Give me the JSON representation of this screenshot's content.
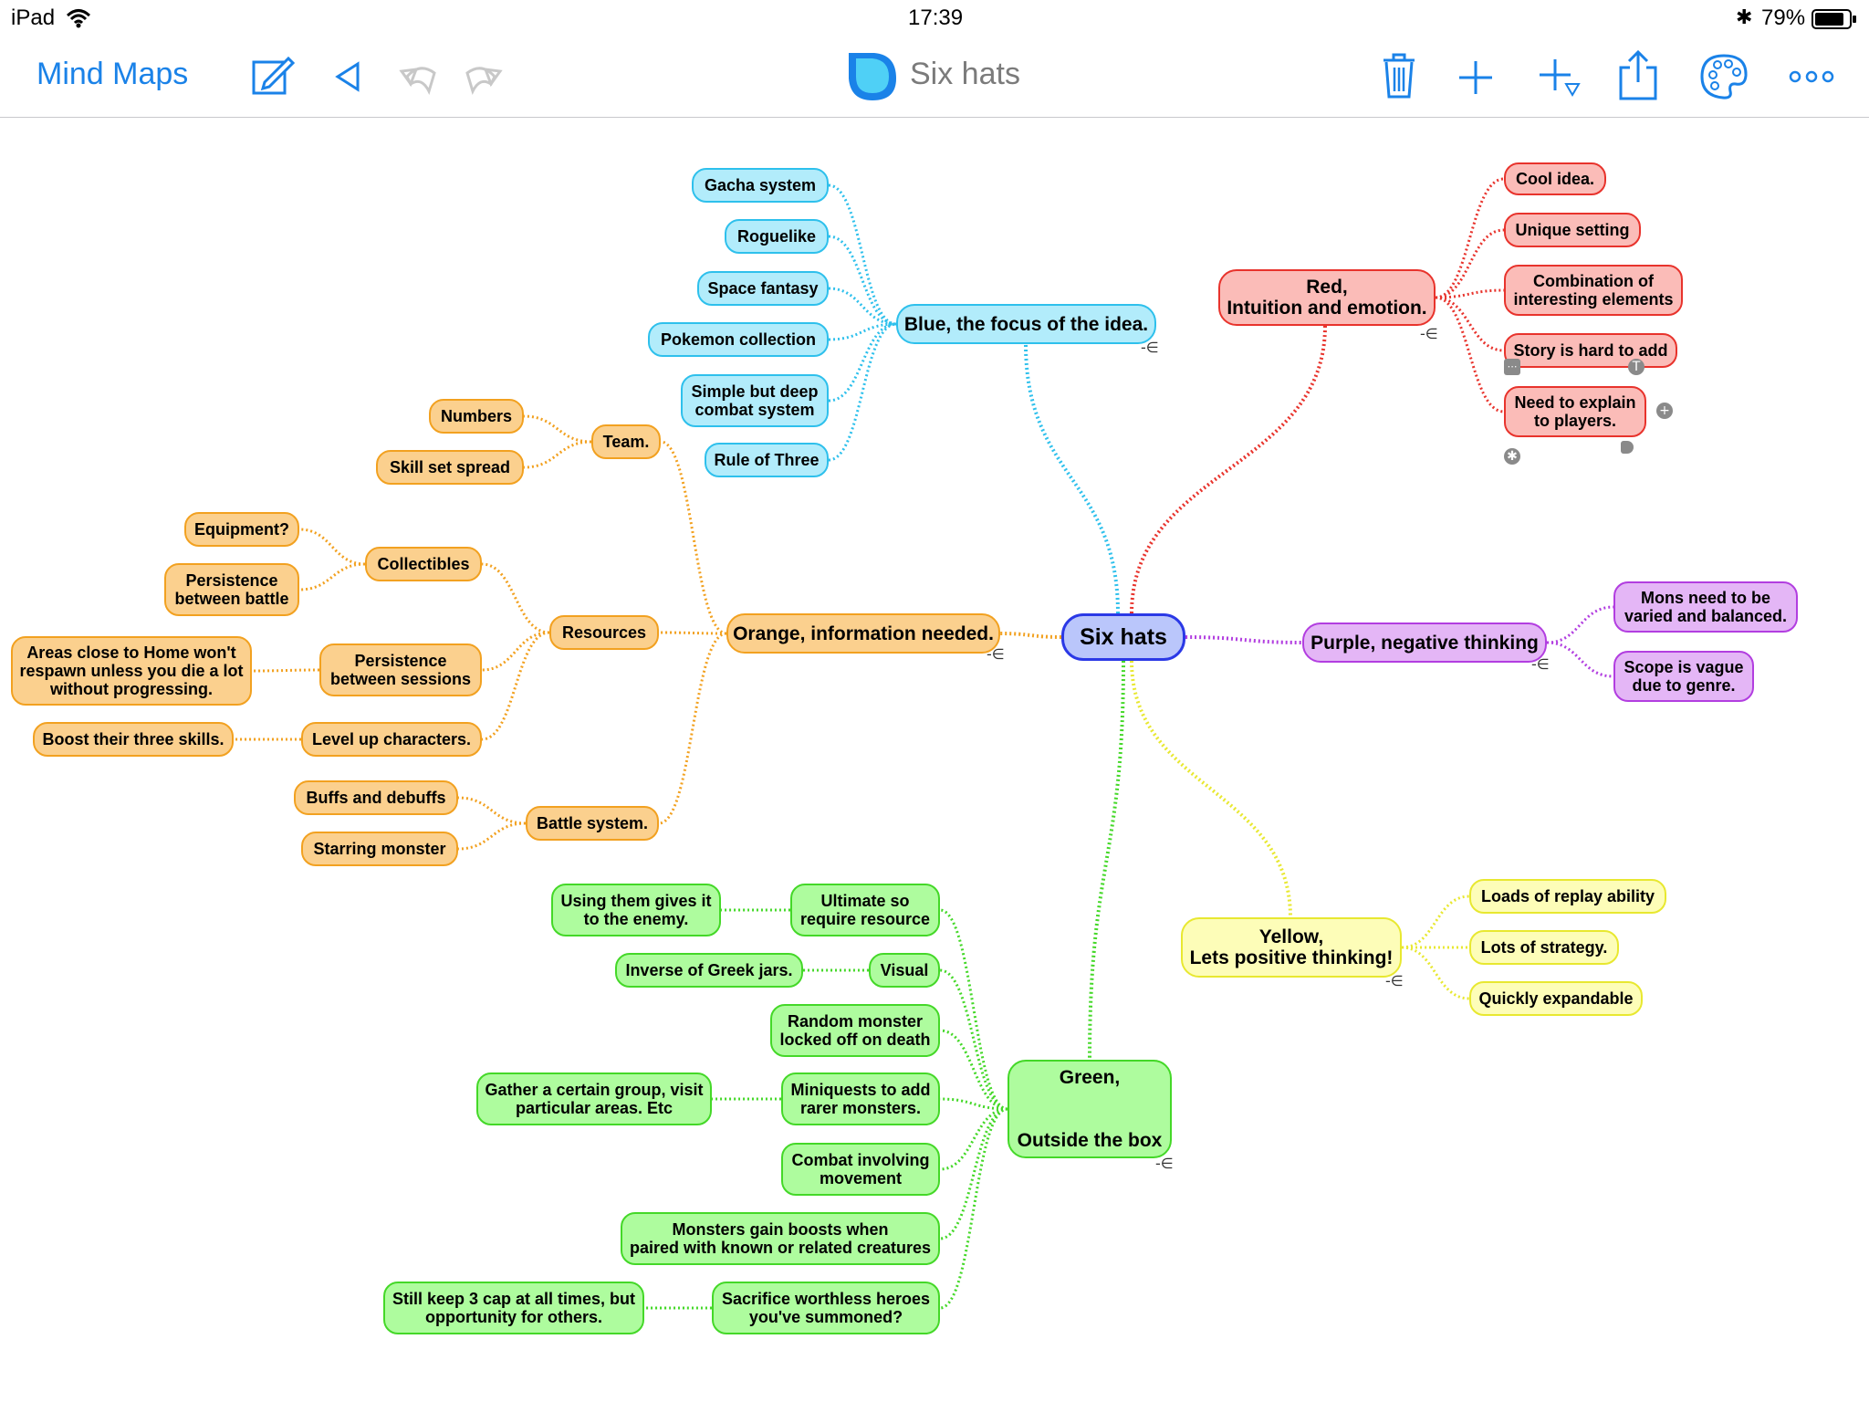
{
  "status_bar": {
    "device": "iPad",
    "time": "17:39",
    "battery": "79%"
  },
  "toolbar": {
    "back_label": "Mind Maps",
    "title": "Six hats",
    "icons": [
      "edit-icon",
      "back-triangle-icon",
      "undo-icon",
      "redo-icon",
      "trash-icon",
      "add-icon",
      "add-child-icon",
      "share-icon",
      "palette-icon",
      "more-icon"
    ]
  },
  "colors": {
    "accent": "#1a82e8",
    "blue": "#2ec0ec",
    "red": "#e8332c",
    "orange": "#f2a120",
    "purple": "#b23ee0",
    "yellow": "#e8e830",
    "green": "#44d828",
    "root": "#2b39e6"
  },
  "map": {
    "root": "Six hats",
    "branches": [
      {
        "id": "blue",
        "label": "Blue, the focus of the idea.",
        "children": [
          "Gacha system",
          "Roguelike",
          "Space fantasy",
          "Pokemon collection",
          "Simple but deep\ncombat system",
          "Rule of Three"
        ]
      },
      {
        "id": "red",
        "label": "Red,\nIntuition and emotion.",
        "children": [
          "Cool idea.",
          "Unique setting",
          "Combination of\ninteresting elements",
          "Story is hard to add",
          "Need to explain\nto players."
        ]
      },
      {
        "id": "orange",
        "label": "Orange, information needed.",
        "children": [
          {
            "label": "Team.",
            "children": [
              "Numbers",
              "Skill set spread"
            ]
          },
          {
            "label": "Resources",
            "children": [
              {
                "label": "Collectibles",
                "children": [
                  "Equipment?",
                  "Persistence\nbetween battle"
                ]
              },
              {
                "label": "Persistence\nbetween sessions",
                "children": [
                  "Areas close to Home won't\nrespawn unless you die a lot\nwithout progressing."
                ]
              },
              {
                "label": "Level up characters.",
                "children": [
                  "Boost their three skills."
                ]
              }
            ]
          },
          {
            "label": "Battle system.",
            "children": [
              "Buffs and debuffs",
              "Starring monster"
            ]
          }
        ]
      },
      {
        "id": "purple",
        "label": "Purple, negative thinking",
        "children": [
          "Mons need to be\nvaried and balanced.",
          "Scope is vague\ndue to genre."
        ]
      },
      {
        "id": "yellow",
        "label": "Yellow,\nLets positive thinking!",
        "children": [
          "Loads of replay ability",
          "Lots of strategy.",
          "Quickly expandable"
        ]
      },
      {
        "id": "green",
        "label": "Green,\n\n\nOutside the box",
        "children": [
          {
            "label": "Ultimate so\nrequire resource",
            "children": [
              "Using them gives it\nto the enemy."
            ]
          },
          {
            "label": "Visual",
            "children": [
              "Inverse of Greek jars."
            ]
          },
          {
            "label": "Random monster\nlocked off on death",
            "children": []
          },
          {
            "label": "Miniquests to add\nrarer monsters.",
            "children": [
              "Gather a certain group, visit\nparticular areas. Etc"
            ]
          },
          {
            "label": "Combat involving\nmovement",
            "children": []
          },
          {
            "label": "Monsters gain boosts when\npaired with known or related creatures",
            "children": []
          },
          {
            "label": "Sacrifice worthless heroes\nyou've summoned?",
            "children": [
              "Still keep 3 cap at all times, but\nopportunity for others."
            ]
          }
        ]
      }
    ]
  }
}
